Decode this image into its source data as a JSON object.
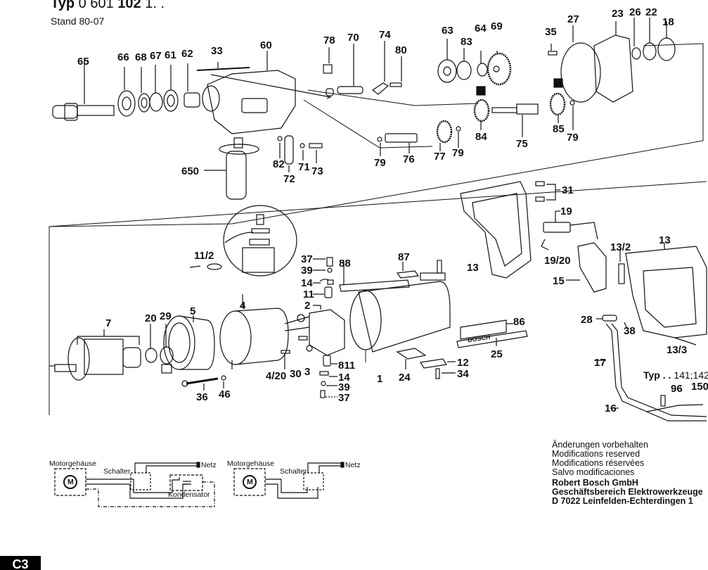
{
  "header": {
    "typ_prefix": "Typ",
    "type_number_light": "0 601",
    "type_number_bold": "102",
    "type_number_suffix": "1. .",
    "stand": "Stand 80-07"
  },
  "upper_assembly_labels": [
    "65",
    "66",
    "68",
    "67",
    "61",
    "62",
    "33",
    "60",
    "78",
    "70",
    "74",
    "80",
    "63",
    "83",
    "64",
    "69",
    "35",
    "27",
    "23",
    "26",
    "22",
    "18",
    "84",
    "75",
    "85",
    "79",
    "79",
    "76",
    "77",
    "79",
    "82",
    "71",
    "73",
    "72",
    "650"
  ],
  "lower_assembly_labels": [
    "31",
    "19",
    "13",
    "19/20",
    "13/2",
    "13",
    "15",
    "11/2",
    "37",
    "39",
    "14",
    "11",
    "2",
    "87",
    "88",
    "7",
    "20",
    "29",
    "5",
    "4",
    "86",
    "28",
    "38",
    "25",
    "12",
    "811",
    "14",
    "39",
    "37",
    "34",
    "24",
    "1",
    "4/20",
    "30",
    "3",
    "36",
    "46",
    "13/3",
    "17",
    "96",
    "150",
    "16"
  ],
  "variant": {
    "prefix": "Typ . .",
    "numbers": "141;142"
  },
  "wiring": {
    "diagram1": {
      "motor_housing": "Motorgehäuse",
      "motor_symbol": "M",
      "switch": "Schalter",
      "mains": "Netz",
      "capacitor": "Kondensator"
    },
    "diagram2": {
      "motor_housing": "Motorgehäuse",
      "motor_symbol": "M",
      "switch": "Schalter",
      "mains": "Netz"
    }
  },
  "notes": [
    "Änderungen vorbehalten",
    "Modifications reserved",
    "Modifications réservées",
    "Salvo modificaciones"
  ],
  "company": [
    "Robert Bosch GmbH",
    "Geschäftsbereich Elektrowerkzeuge",
    "D 7022 Leinfelden-Echterdingen 1"
  ],
  "nameplate_text": "BOSCH",
  "page_badge": "C3"
}
